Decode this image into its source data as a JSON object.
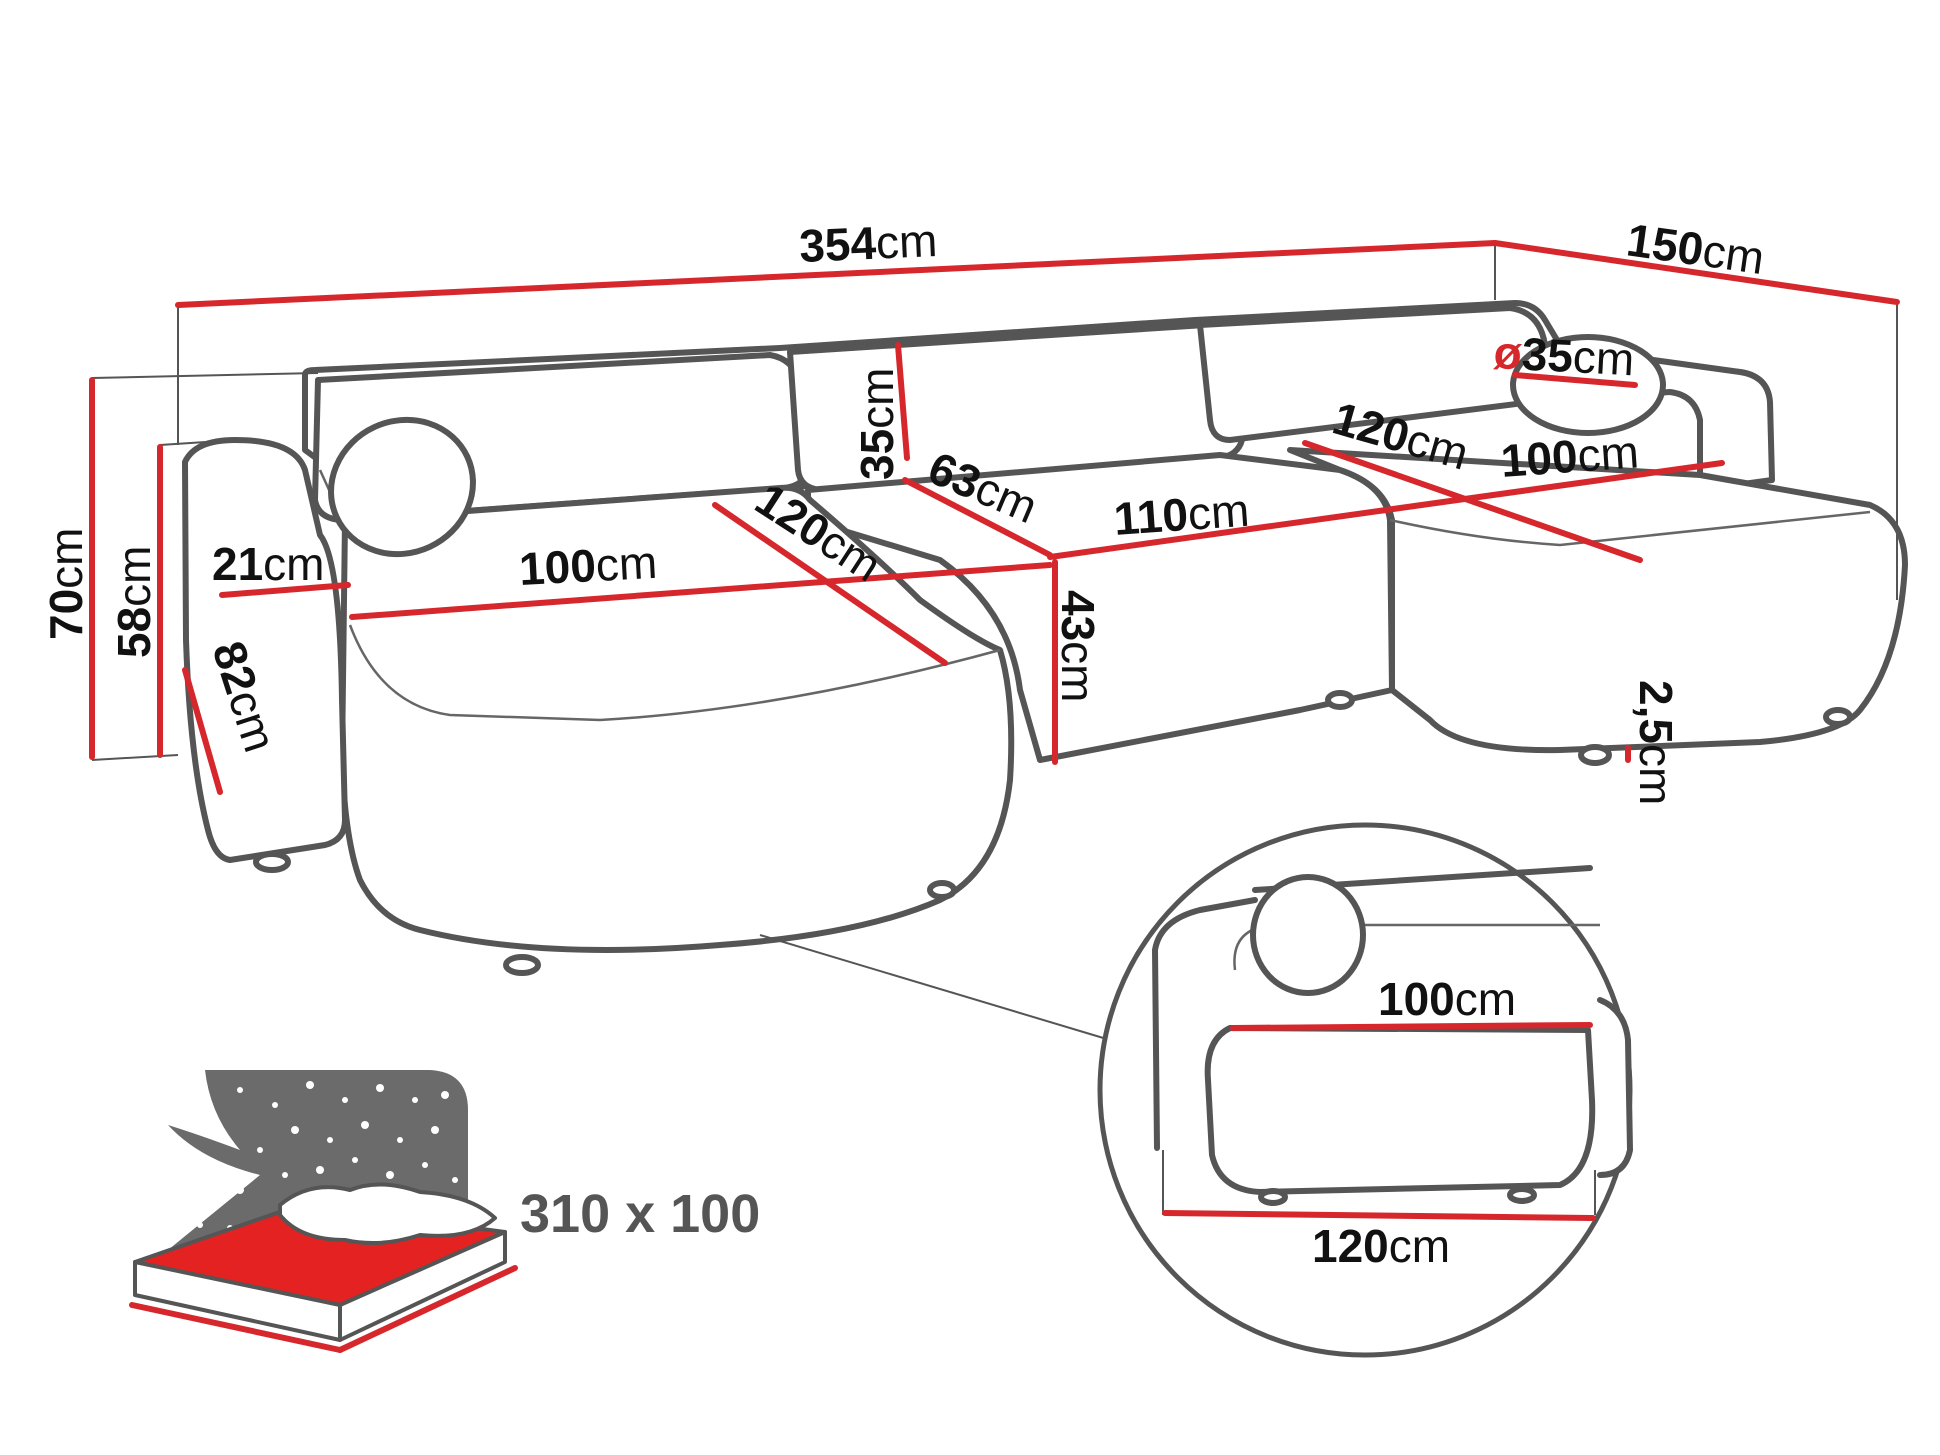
{
  "colors": {
    "dimension": "#d6282c",
    "outline": "#555555",
    "mattress": "#e52222",
    "night_panel": "#6b6b6b"
  },
  "icons": {
    "bed": "bed-with-night-sky-icon"
  },
  "dimensions": {
    "total_length": {
      "value": "354",
      "unit": "cm"
    },
    "depth": {
      "value": "150",
      "unit": "cm"
    },
    "total_height": {
      "value": "70",
      "unit": "cm"
    },
    "armrest_height": {
      "value": "58",
      "unit": "cm"
    },
    "armrest_width": {
      "value": "21",
      "unit": "cm"
    },
    "armrest_depth": {
      "value": "82",
      "unit": "cm"
    },
    "seat_left_width": {
      "value": "100",
      "unit": "cm"
    },
    "seat_left_depth": {
      "value": "120",
      "unit": "cm"
    },
    "backrest_height": {
      "value": "35",
      "unit": "cm"
    },
    "seat_middle_depth": {
      "value": "63",
      "unit": "cm"
    },
    "seat_middle_width": {
      "value": "110",
      "unit": "cm"
    },
    "seat_height": {
      "value": "43",
      "unit": "cm"
    },
    "pillow_diameter": {
      "symbol": "ø",
      "value": "35",
      "unit": "cm"
    },
    "chaise_length": {
      "value": "120",
      "unit": "cm"
    },
    "chaise_width": {
      "value": "100",
      "unit": "cm"
    },
    "leg_height": {
      "value": "2,5",
      "unit": "cm"
    },
    "detail_width": {
      "value": "100",
      "unit": "cm"
    },
    "detail_length": {
      "value": "120",
      "unit": "cm"
    }
  },
  "sleeping_area": {
    "label": "310 x 100"
  }
}
